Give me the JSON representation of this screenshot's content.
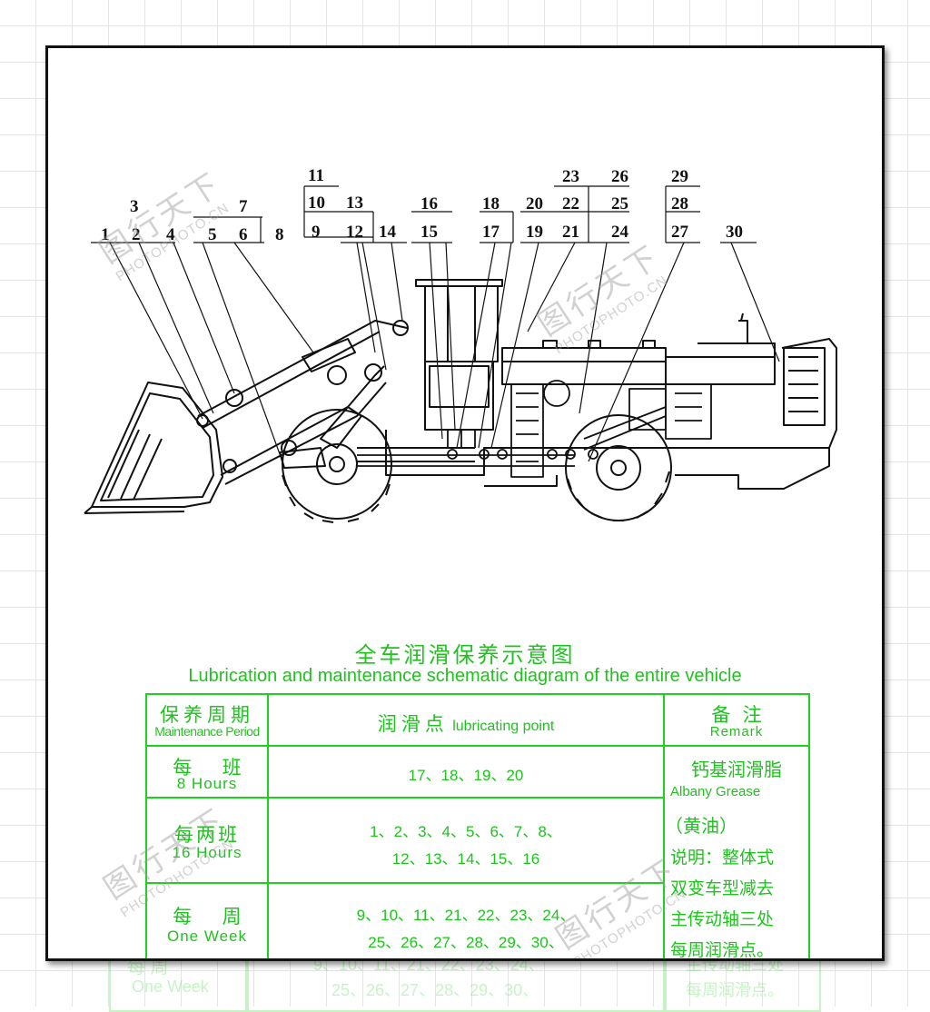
{
  "labels": [
    "1",
    "2",
    "3",
    "4",
    "5",
    "6",
    "7",
    "8",
    "9",
    "10",
    "11",
    "12",
    "13",
    "14",
    "15",
    "16",
    "17",
    "18",
    "19",
    "20",
    "21",
    "22",
    "23",
    "24",
    "25",
    "26",
    "27",
    "28",
    "29",
    "30"
  ],
  "title_cn": "全车润滑保养示意图",
  "title_en": "Lubrication and maintenance schematic diagram of the entire vehicle",
  "table": {
    "header": {
      "period_cn": "保养周期",
      "period_en": "Maintenance Period",
      "point_cn": "润滑点",
      "point_en": "lubricating point",
      "remark_cn": "备  注",
      "remark_en": "Remark"
    },
    "rows": [
      {
        "period_cn": "每     班",
        "period_en": "8 Hours",
        "points": [
          "17、18、19、20"
        ]
      },
      {
        "period_cn": "每两班",
        "period_en": "16 Hours",
        "points": [
          "1、2、3、4、5、6、7、8、",
          "12、13、14、15、16"
        ]
      },
      {
        "period_cn": "每     周",
        "period_en": "One Week",
        "points": [
          "9、10、11、21、22、23、24、",
          "25、26、27、28、29、30、"
        ]
      }
    ],
    "remark": {
      "grease_cn": "钙基润滑脂",
      "grease_en": "Albany Grease",
      "grease_note": "（黄油）",
      "lines": [
        "说明：整体式",
        "双变车型减去",
        "主传动轴三处",
        "每周润滑点。"
      ]
    }
  },
  "watermark": {
    "cn": "图行天下",
    "en": "PHOTOPHOTO.CN"
  },
  "ghost_table": {
    "period_cn": "每     周",
    "period_en": "One Week",
    "points": [
      "9、10、11、21、22、23、24、",
      "25、26、27、28、29、30、"
    ],
    "remark": [
      "主传动轴三处",
      "每周润滑点。"
    ]
  },
  "colors": {
    "accent_green": "#1fc21f",
    "frame": "#111111",
    "line": "#111111"
  }
}
